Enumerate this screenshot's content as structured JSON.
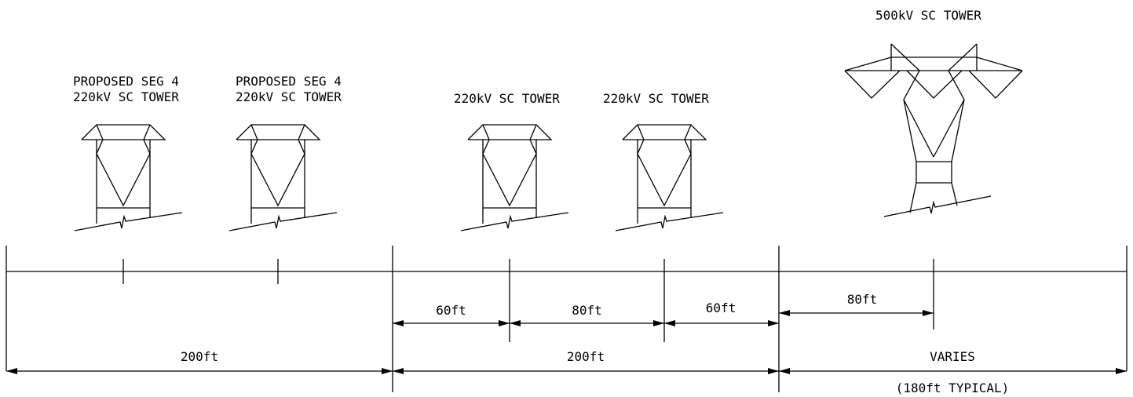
{
  "towers": [
    {
      "id": "t1",
      "label_lines": [
        "PROPOSED SEG 4",
        "220kV SC TOWER"
      ]
    },
    {
      "id": "t2",
      "label_lines": [
        "PROPOSED SEG 4",
        "220kV SC TOWER"
      ]
    },
    {
      "id": "t3",
      "label_lines": [
        "220kV SC TOWER"
      ]
    },
    {
      "id": "t4",
      "label_lines": [
        "220kV SC TOWER"
      ]
    },
    {
      "id": "t5",
      "label_lines": [
        "500kV SC TOWER"
      ]
    }
  ],
  "dimensions": {
    "inner": [
      "60ft",
      "80ft",
      "60ft",
      "80ft"
    ],
    "outer": [
      "200ft",
      "200ft",
      "VARIES"
    ],
    "outer_note": "(180ft TYPICAL)"
  }
}
